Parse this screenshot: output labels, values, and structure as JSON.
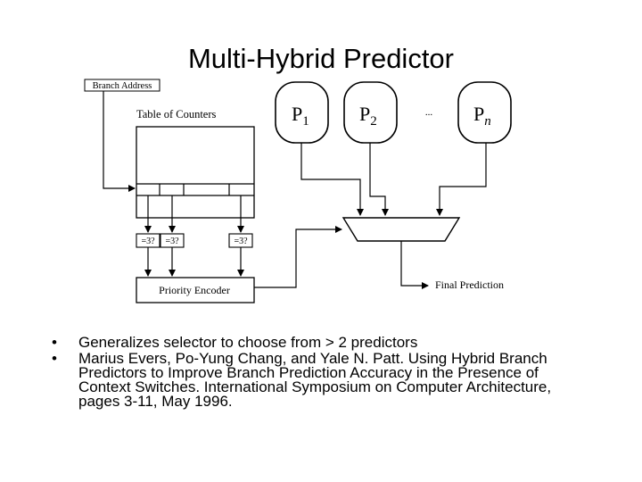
{
  "slide": {
    "title": "Multi-Hybrid Predictor",
    "bullet_glyph": "•",
    "bullets": [
      "Generalizes selector to choose from > 2 predictors",
      "Marius Evers, Po-Yung Chang, and Yale N. Patt. Using Hybrid Branch Predictors to Improve Branch Prediction Accuracy in the Presence of Context Switches. International Symposium on Computer Architecture, pages 3-11, May 1996."
    ]
  },
  "diagram": {
    "branch_address": "Branch Address",
    "table_of_counters": "Table of Counters",
    "predictors": [
      {
        "base": "P",
        "sub": "1"
      },
      {
        "base": "P",
        "sub": "2"
      },
      {
        "base": "P",
        "sub": "n"
      }
    ],
    "ellipsis": "...",
    "comparators": [
      "=3?",
      "=3?",
      "=3?"
    ],
    "priority_encoder": "Priority Encoder",
    "final_prediction": "Final Prediction"
  }
}
